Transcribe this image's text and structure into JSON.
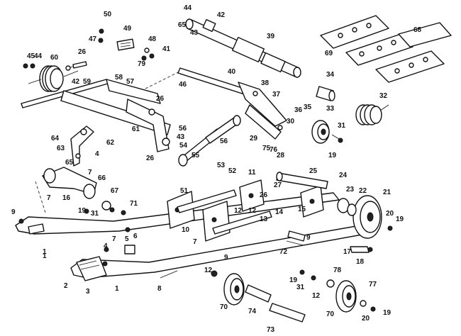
{
  "callouts": [
    "50",
    "47",
    "49",
    "48",
    "41",
    "79",
    "44",
    "65",
    "43",
    "42",
    "39",
    "68",
    "69",
    "45",
    "44",
    "60",
    "26",
    "59",
    "42",
    "58",
    "57",
    "26",
    "46",
    "40",
    "38",
    "37",
    "36",
    "34",
    "32",
    "61",
    "35",
    "33",
    "30",
    "31",
    "19",
    "56",
    "56",
    "43",
    "54",
    "55",
    "64",
    "63",
    "62",
    "4",
    "26",
    "29",
    "75",
    "76",
    "28",
    "65",
    "7",
    "66",
    "53",
    "52",
    "11",
    "25",
    "27",
    "24",
    "23",
    "22",
    "21",
    "7",
    "16",
    "67",
    "51",
    "26",
    "12",
    "14",
    "15",
    "13",
    "20",
    "19",
    "9",
    "19",
    "31",
    "71",
    "12",
    "10",
    "5",
    "6",
    "18",
    "17",
    "9",
    "7",
    "7",
    "4",
    "3",
    "1",
    "2",
    "8",
    "9",
    "72",
    "12",
    "78",
    "19",
    "31",
    "12",
    "70",
    "74",
    "77",
    "73",
    "70",
    "20",
    "19",
    "1",
    "1"
  ]
}
